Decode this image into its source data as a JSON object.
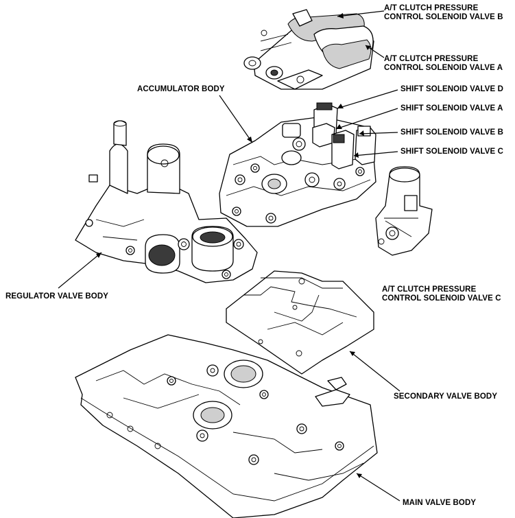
{
  "labels": {
    "ccv_b_line1": "A/T CLUTCH PRESSURE",
    "ccv_b_line2": "CONTROL SOLENOID VALVE B",
    "ccv_a_line1": "A/T CLUTCH PRESSURE",
    "ccv_a_line2": "CONTROL SOLENOID VALVE A",
    "accumulator": "ACCUMULATOR BODY",
    "shift_d": "SHIFT SOLENOID VALVE D",
    "shift_a": "SHIFT SOLENOID VALVE A",
    "shift_b": "SHIFT SOLENOID VALVE B",
    "shift_c": "SHIFT SOLENOID VALVE C",
    "ccv_c_line1": "A/T CLUTCH PRESSURE",
    "ccv_c_line2": "CONTROL SOLENOID VALVE C",
    "regulator": "REGULATOR VALVE BODY",
    "secondary": "SECONDARY VALVE BODY",
    "main": "MAIN VALVE BODY"
  }
}
